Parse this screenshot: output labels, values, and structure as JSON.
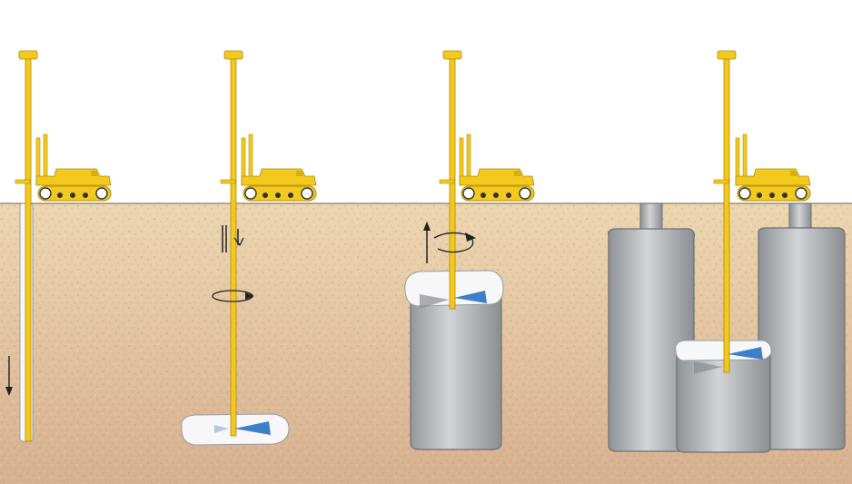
{
  "colors": {
    "sky": "#ffffff",
    "soil_top": "#ecd6b0",
    "soil_bottom": "#d7b08f",
    "rig_yellow": "#f4c91e",
    "rig_outline": "#b08a0c",
    "column_gray": "#a4a7ab",
    "column_highlight": "#d2d4d7",
    "column_outline": "#6c6f73",
    "cavity_white": "#f7f7fa",
    "jet_blue": "#3d7fc8",
    "arrow": "#222222"
  },
  "stages": [
    {
      "name": "drilling",
      "rig": "drill-rig-1",
      "process": "drill-rod-descending"
    },
    {
      "name": "jetting-start",
      "rig": "drill-rig-2",
      "process": "nozzle-rotating"
    },
    {
      "name": "column-forming",
      "rig": "drill-rig-3",
      "process": "lift-and-rotate"
    },
    {
      "name": "secant-column",
      "rig": "drill-rig-4",
      "process": "overlapping-columns"
    }
  ],
  "icons": {
    "down-arrow": "arrow-down-icon",
    "rotation": "rotation-arrow-icon",
    "up-arrow": "arrow-up-icon"
  }
}
